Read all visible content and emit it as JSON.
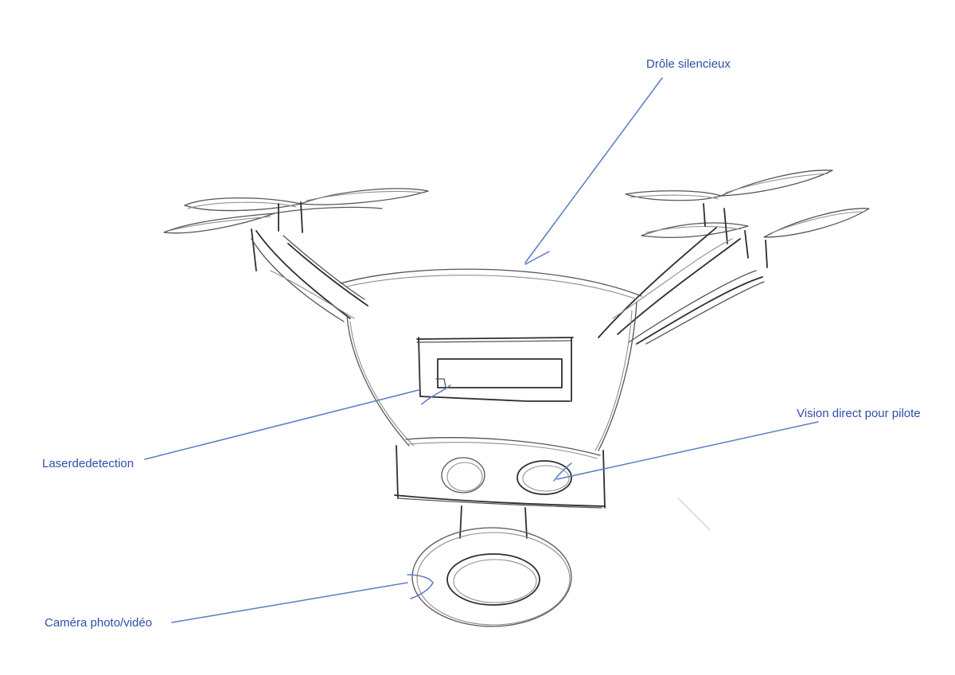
{
  "annotations": {
    "silent_drone": "Drôle silencieux",
    "laser_detection": "Laserdedetection",
    "pilot_vision": "Vision direct pour pilote",
    "camera": "Caméra photo/vidéo"
  },
  "colors": {
    "annotation": "#2f4fa8",
    "annotation_line": "#5b7bc4",
    "sketch": "#2e2e2e",
    "background": "#ffffff"
  }
}
